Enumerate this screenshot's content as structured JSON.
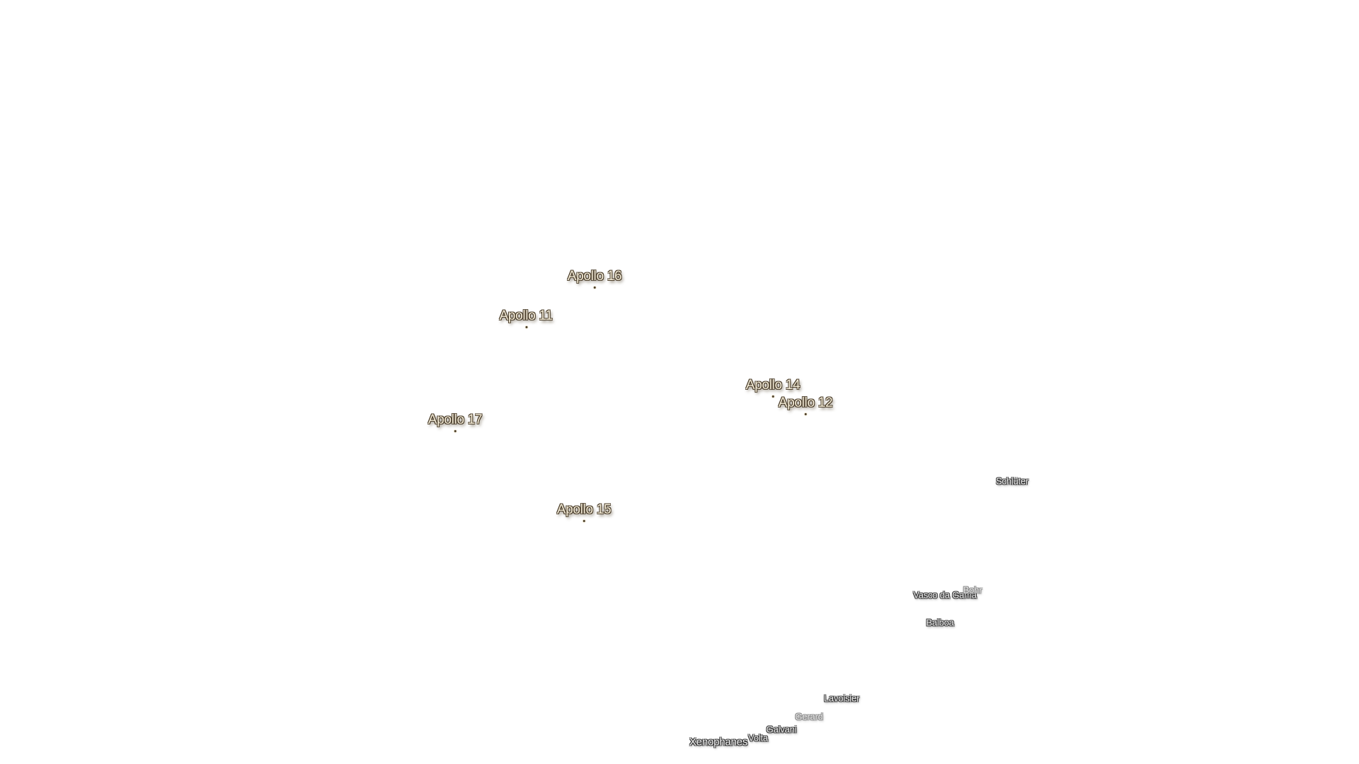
{
  "landing_sites": [
    {
      "id": "apollo-16",
      "label": "Apollo 16"
    },
    {
      "id": "apollo-11",
      "label": "Apollo 11"
    },
    {
      "id": "apollo-14",
      "label": "Apollo 14"
    },
    {
      "id": "apollo-12",
      "label": "Apollo 12"
    },
    {
      "id": "apollo-17",
      "label": "Apollo 17"
    },
    {
      "id": "apollo-15",
      "label": "Apollo 15"
    }
  ],
  "craters": [
    {
      "id": "schluter",
      "label": "Schlüter"
    },
    {
      "id": "vasco-da-gama",
      "label": "Vasco da Gama"
    },
    {
      "id": "bohr",
      "label": "Bohr"
    },
    {
      "id": "balboa",
      "label": "Balboa"
    },
    {
      "id": "lavoisier",
      "label": "Lavoisier"
    },
    {
      "id": "gerard",
      "label": "Gerard"
    },
    {
      "id": "galvani",
      "label": "Galvani"
    },
    {
      "id": "volta",
      "label": "Volta"
    },
    {
      "id": "xenophanes",
      "label": "Xenophanes"
    }
  ]
}
